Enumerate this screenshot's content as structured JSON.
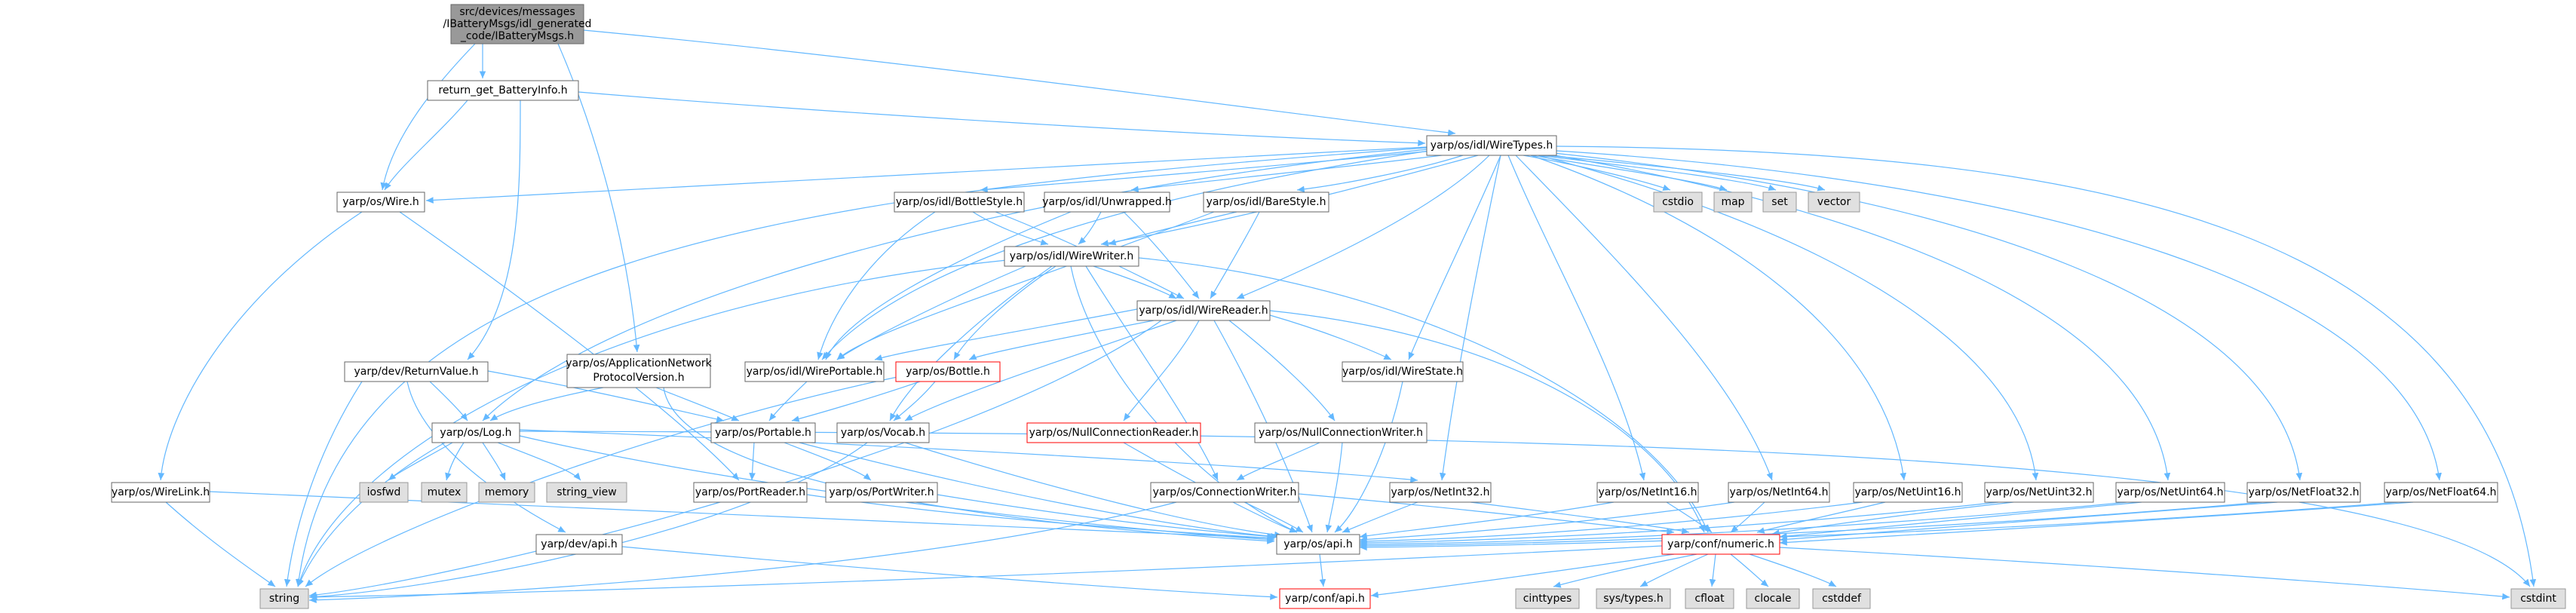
{
  "colors": {
    "edge": "#63b8ff",
    "node_fill": "#ffffff",
    "node_border": "#666666",
    "root_fill": "#999999",
    "root_border": "#666666",
    "external_fill": "#e0e0e0",
    "external_border": "#999999",
    "missing_border": "#ff0000",
    "text": "#000000"
  },
  "root": {
    "lines": [
      "src/devices/messages",
      "/IBatteryMsgs/idl_generated",
      "_code/IBatteryMsgs.h"
    ]
  },
  "nodes": {
    "return_get": "return_get_BatteryInfo.h",
    "wiretypes": "yarp/os/idl/WireTypes.h",
    "wire": "yarp/os/Wire.h",
    "bottlestyle": "yarp/os/idl/BottleStyle.h",
    "unwrapped": "yarp/os/idl/Unwrapped.h",
    "barestyle": "yarp/os/idl/BareStyle.h",
    "wirewriter": "yarp/os/idl/WireWriter.h",
    "wirereader": "yarp/os/idl/WireReader.h",
    "returnvalue": "yarp/dev/ReturnValue.h",
    "appnet_l1": "yarp/os/ApplicationNetwork",
    "appnet_l2": "ProtocolVersion.h",
    "wireportable": "yarp/os/idl/WirePortable.h",
    "bottle": "yarp/os/Bottle.h",
    "wirestate": "yarp/os/idl/WireState.h",
    "log": "yarp/os/Log.h",
    "portable": "yarp/os/Portable.h",
    "vocab": "yarp/os/Vocab.h",
    "nullconnreader": "yarp/os/NullConnectionReader.h",
    "nullconnwriter": "yarp/os/NullConnectionWriter.h",
    "wirelink": "yarp/os/WireLink.h",
    "portreader": "yarp/os/PortReader.h",
    "portwriter": "yarp/os/PortWriter.h",
    "connwriter": "yarp/os/ConnectionWriter.h",
    "netint32": "yarp/os/NetInt32.h",
    "netint16": "yarp/os/NetInt16.h",
    "netint64": "yarp/os/NetInt64.h",
    "netuint16": "yarp/os/NetUint16.h",
    "netuint32": "yarp/os/NetUint32.h",
    "netuint64": "yarp/os/NetUint64.h",
    "netfloat32": "yarp/os/NetFloat32.h",
    "netfloat64": "yarp/os/NetFloat64.h",
    "devapi": "yarp/dev/api.h",
    "osapi": "yarp/os/api.h",
    "numeric": "yarp/conf/numeric.h",
    "confapi": "yarp/conf/api.h",
    "string": "string",
    "cstdint": "cstdint",
    "cstdio": "cstdio",
    "map": "map",
    "set": "set",
    "vector": "vector",
    "iosfwd": "iosfwd",
    "mutex": "mutex",
    "memory": "memory",
    "string_view": "string_view",
    "cinttypes": "cinttypes",
    "systypes": "sys/types.h",
    "cfloat": "cfloat",
    "clocale": "clocale",
    "cstddef": "cstddef"
  }
}
